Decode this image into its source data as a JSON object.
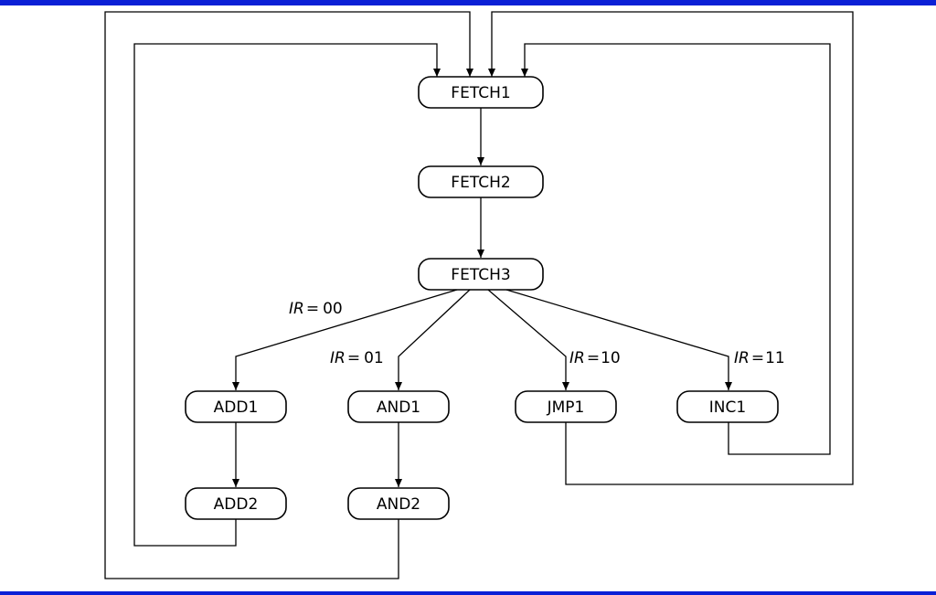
{
  "colors": {
    "frame_bar": "#0b20d6",
    "line": "#000000",
    "background": "#ffffff"
  },
  "states": {
    "fetch1": "FETCH1",
    "fetch2": "FETCH2",
    "fetch3": "FETCH3",
    "add1": "ADD1",
    "add2": "ADD2",
    "and1": "AND1",
    "and2": "AND2",
    "jmp1": "JMP1",
    "inc1": "INC1"
  },
  "conditions": {
    "ir00": {
      "var": "IR",
      "op": "=",
      "val": "00"
    },
    "ir01": {
      "var": "IR",
      "op": "=",
      "val": "01"
    },
    "ir10": {
      "var": "IR",
      "op": "=",
      "val": "10"
    },
    "ir11": {
      "var": "IR",
      "op": "=",
      "val": "11"
    }
  }
}
